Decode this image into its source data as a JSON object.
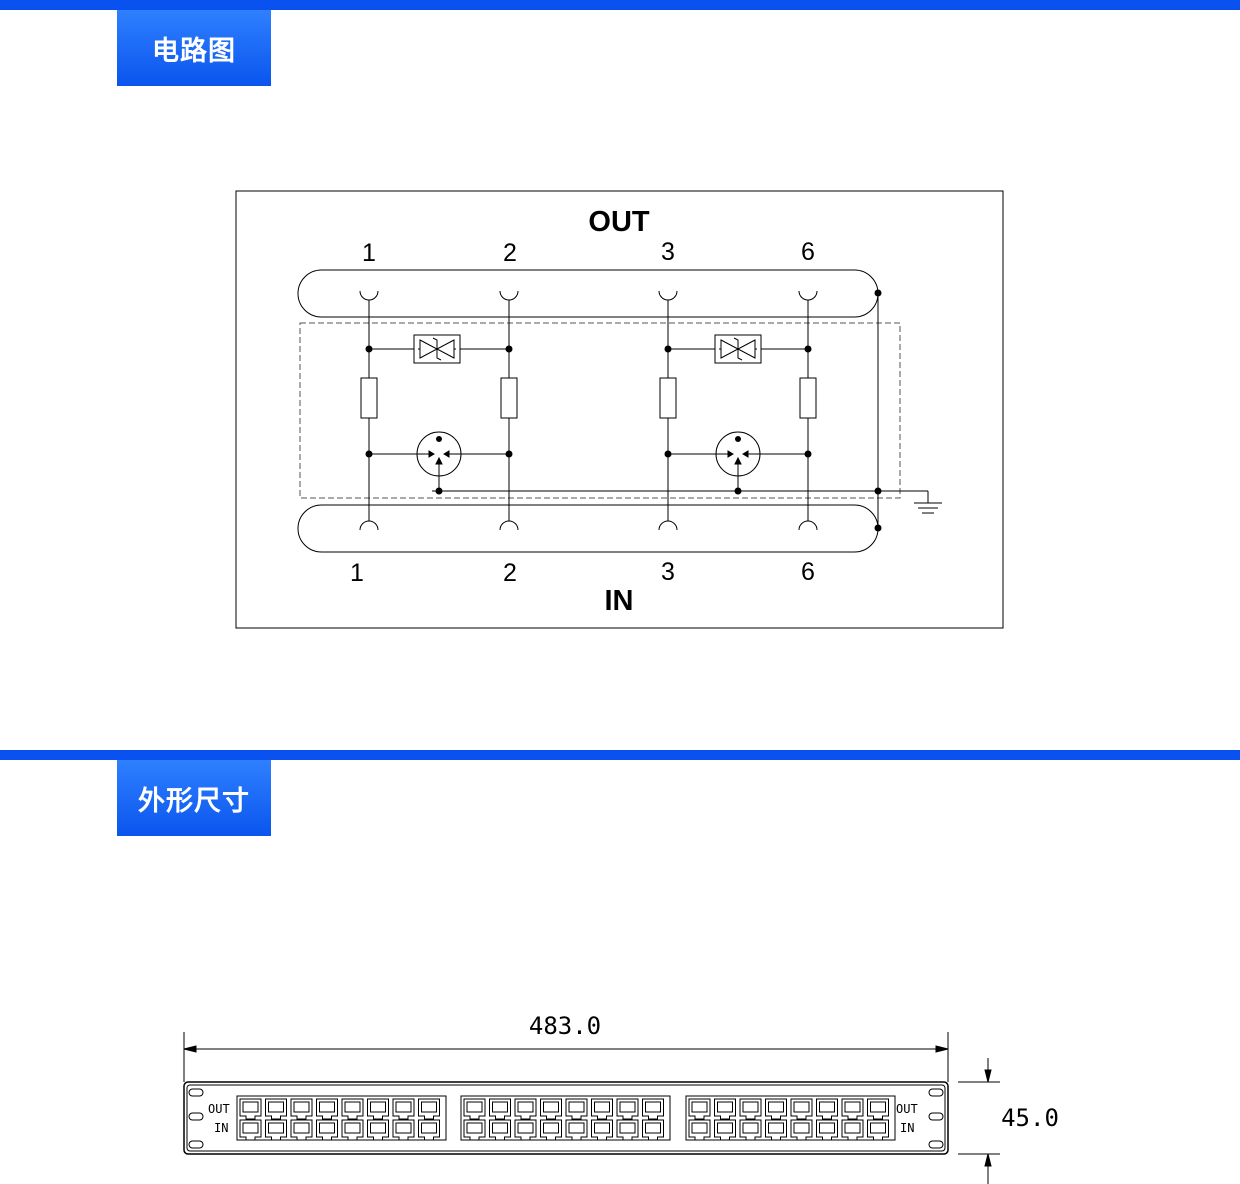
{
  "sections": {
    "circuit": {
      "title": "电路图"
    },
    "dimensions": {
      "title": "外形尺寸"
    }
  },
  "circuit": {
    "top_label": "OUT",
    "bottom_label": "IN",
    "top_pins": [
      "1",
      "2",
      "3",
      "6"
    ],
    "bottom_pins": [
      "1",
      "2",
      "3",
      "6"
    ]
  },
  "dimensions": {
    "width": "483.0",
    "height": "45.0",
    "left_out": "OUT",
    "left_in": "IN",
    "right_out": "OUT",
    "right_in": "IN"
  },
  "colors": {
    "accent": "#0a52f0",
    "line": "#000000"
  }
}
